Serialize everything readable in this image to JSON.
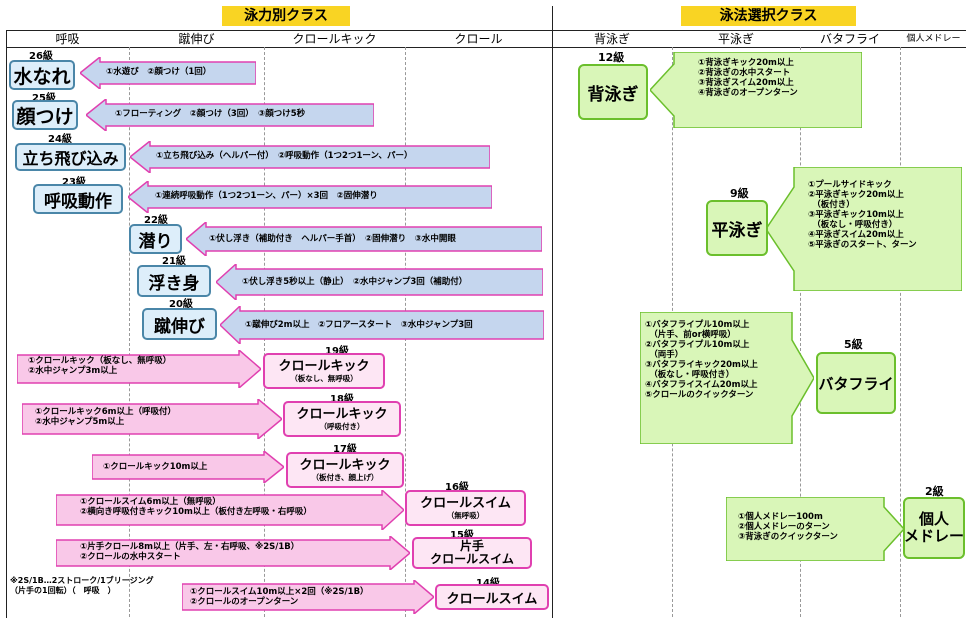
{
  "sections": {
    "left_title": "泳力別クラス",
    "right_title": "泳法選択クラス"
  },
  "columns_left": [
    "呼吸",
    "蹴伸び",
    "クロールキック",
    "クロール"
  ],
  "columns_right": [
    "背泳ぎ",
    "平泳ぎ",
    "バタフライ",
    "個人メドレー"
  ],
  "stages": [
    {
      "grade": "26級",
      "name": "水なれ",
      "desc": "①水遊び　②顔つけ（1回）"
    },
    {
      "grade": "25級",
      "name": "顔つけ",
      "desc": "①フローティング　②顔つけ（3回）　③顔つけ5秒"
    },
    {
      "grade": "24級",
      "name": "立ち飛び込み",
      "desc": "①立ち飛び込み（ヘルパー付）　②呼吸動作（1つ2つ1ーン、パー）"
    },
    {
      "grade": "23級",
      "name": "呼吸動作",
      "desc": "①連続呼吸動作（1つ2つ1ーン、パー）×3回　②固伸潜り"
    },
    {
      "grade": "22級",
      "name": "潜り",
      "desc": "①伏し浮き（補助付き　ヘルパー手首）　②固伸潜り　③水中開眼"
    },
    {
      "grade": "21級",
      "name": "浮き身",
      "desc": "①伏し浮き5秒以上（静止）　②水中ジャンプ3回（補助付）"
    },
    {
      "grade": "20級",
      "name": "蹴伸び",
      "desc": "①蹴伸び2m以上　②フロアースタート　③水中ジャンプ3回"
    },
    {
      "grade": "19級",
      "name": "クロールキック",
      "sub": "（板なし、無呼吸）",
      "desc": "①クロールキック（板なし、無呼吸）\n②水中ジャンプ3m以上"
    },
    {
      "grade": "18級",
      "name": "クロールキック",
      "sub": "（呼吸付き）",
      "desc": "①クロールキック6m以上（呼吸付）\n②水中ジャンプ5m以上"
    },
    {
      "grade": "17級",
      "name": "クロールキック",
      "sub": "（板付き、顔上げ）",
      "desc": "①クロールキック10m以上"
    },
    {
      "grade": "16級",
      "name": "クロールスイム",
      "sub": "（無呼吸）",
      "desc": "①クロールスイム6m以上（無呼吸）\n②横向き呼吸付きキック10m以上（板付き左呼吸・右呼吸）"
    },
    {
      "grade": "15級",
      "name": "片手\nクロールスイム",
      "desc": "①片手クロール8m以上（片手、左・右呼吸、※2S/1B）\n②クロールの水中スタート"
    },
    {
      "grade": "14級",
      "name": "クロールスイム",
      "desc": "①クロールスイム10m以上×2回（※2S/1B）\n②クロールのオープンターン"
    }
  ],
  "note": "※2S/1B…2ストローク/1ブリージング\n（片手の1回転）（　呼吸　）",
  "styles": [
    {
      "grade": "12級",
      "name": "背泳ぎ",
      "desc": "①背泳ぎキック20m以上\n②背泳ぎの水中スタート\n③背泳ぎスイム20m以上\n④背泳ぎのオープンターン"
    },
    {
      "grade": "9級",
      "name": "平泳ぎ",
      "desc": "①プールサイドキック\n②平泳ぎキック20m以上\n　（板付き）\n③平泳ぎキック10m以上\n　（板なし・呼吸付き）\n④平泳ぎスイム20m以上\n⑤平泳ぎのスタート、ターン"
    },
    {
      "grade": "5級",
      "name": "バタフライ",
      "desc": "①バタフライプル10m以上\n　（片手、前or横呼吸）\n②バタフライプル10m以上\n　（両手）\n③バタフライキック20m以上\n　（板なし・呼吸付き）\n④バタフライスイム20m以上\n⑤クロールのクイックターン"
    },
    {
      "grade": "2級",
      "name": "個人\nメドレー",
      "desc": "①個人メドレー100m\n②個人メドレーのターン\n③背泳ぎのクイックターン"
    }
  ],
  "colors": {
    "header": "#f9d423",
    "blue_fill": "#ddeefa",
    "blue_border": "#4a86a8",
    "pink_fill": "#fde6f4",
    "pink_border": "#e040b0",
    "green_fill": "#d9f6b8",
    "green_border": "#6bbf2c",
    "arrow_blue": "#c5d6ee",
    "arrow_pink": "#f9c8e8",
    "arrow_green": "#d9f6b8"
  }
}
